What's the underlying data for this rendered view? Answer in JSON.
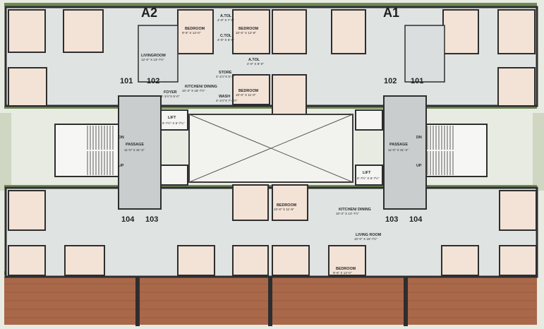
{
  "towers": [
    {
      "label": "A2"
    },
    {
      "label": "A1"
    }
  ],
  "units": [
    "101",
    "102",
    "102",
    "101",
    "104",
    "103",
    "103",
    "104"
  ],
  "rooms": [
    {
      "name": "BEDROOM",
      "dim": "9'-6\" X 12'-0\""
    },
    {
      "name": "BEDROOM",
      "dim": "10'-0\" X 12'-6\""
    },
    {
      "name": "A.TOL",
      "dim": "4'-0\" X 7'-0\""
    },
    {
      "name": "C.TOL",
      "dim": "4'-6\" X 5'-0\""
    },
    {
      "name": "LIVINGROOM",
      "dim": "12'-0\" X 13'-7½\""
    },
    {
      "name": "KITCHEN/ DINING",
      "dim": "10'-3\" X 18'-7½\""
    },
    {
      "name": "A.TOL",
      "dim": "4'-0\" X 8'-0\""
    },
    {
      "name": "FOYER",
      "dim": "4'-1½\"X 5'-0\""
    },
    {
      "name": "STORE",
      "dim": "4'-1½\"X 5'-3\""
    },
    {
      "name": "WASH",
      "dim": "4'-1½\"X 7'-4½\""
    },
    {
      "name": "BEDROOM",
      "dim": "10'-0\" X 11'-0\""
    },
    {
      "name": "BEDROOM",
      "dim": "10'-6\" X 11'-6\""
    },
    {
      "name": "BEDROOM",
      "dim": "9'-6\" X 12'-0\""
    },
    {
      "name": "LIVING ROOM",
      "dim": "10'-0\" X 15'-7½\""
    },
    {
      "name": "KITCHEN/ DINING",
      "dim": "10'-3\" X 14'-7½\""
    }
  ],
  "core": {
    "lift": {
      "name": "LIFT",
      "dim": "6'-7½\" X 6'-7½\""
    },
    "passage": {
      "name": "PASSAGE",
      "dim": "11'-0\" X 31'-3\""
    },
    "stair_up": "UP",
    "stair_dn": "DN"
  },
  "colors": {
    "background": "#e9ece3",
    "wall": "#2e2e2e",
    "room_floor": "#f3e2d6",
    "service_floor": "#dadedf",
    "balcony_deck": "#a9684a",
    "planter": "#6f8a55",
    "core_floor": "#c9cdce"
  }
}
